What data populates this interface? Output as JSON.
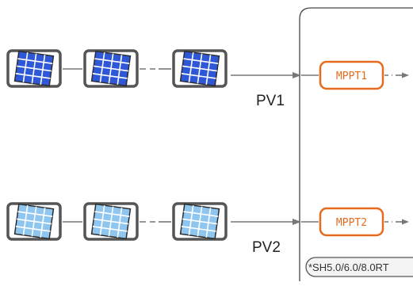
{
  "strings": [
    {
      "label": "PV1",
      "mppt": "MPPT1",
      "panel_color": "#2f58d8",
      "panel_grid": "#ffffff"
    },
    {
      "label": "PV2",
      "mppt": "MPPT2",
      "panel_color": "#8ec6f0",
      "panel_grid": "#ffffff"
    }
  ],
  "model_note": "*SH5.0/6.0/8.0RT",
  "colors": {
    "frame": "#555555",
    "mppt_border": "#e66b1e",
    "connector": "#777777",
    "inverter_border": "#444444"
  },
  "icons": {
    "panel": "solar-panel-icon",
    "arrow": "arrow-right-icon"
  }
}
